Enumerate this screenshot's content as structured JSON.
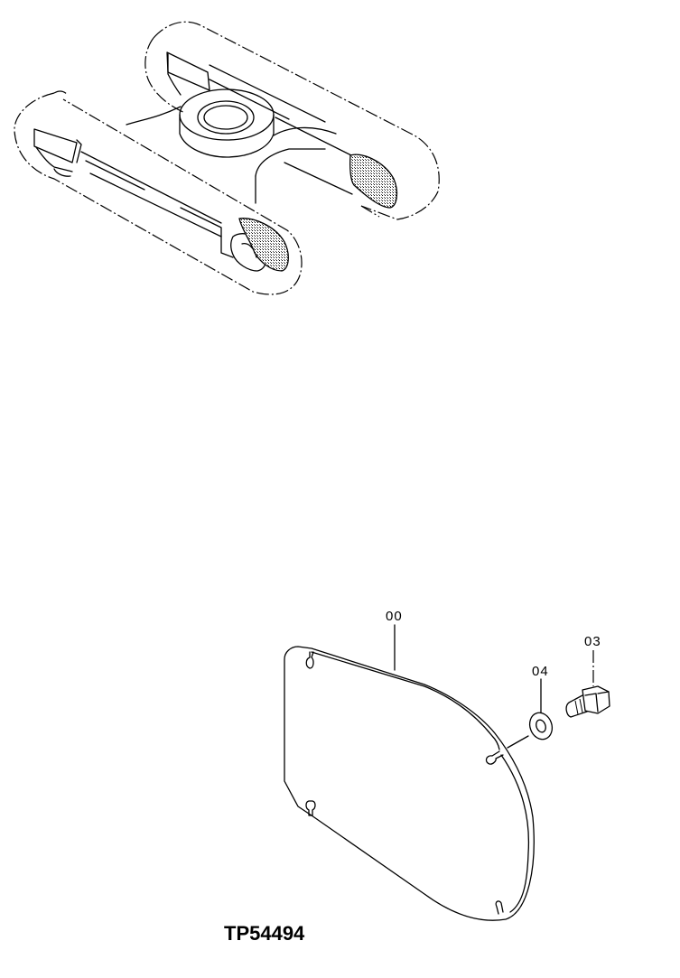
{
  "diagram": {
    "figure_id": "TP54494",
    "assembly_view": {
      "description": "Track frame / roller bracket assembly (isometric)"
    },
    "callouts": [
      {
        "id": "00",
        "label": "00",
        "part": "cover plate"
      },
      {
        "id": "04",
        "label": "04",
        "part": "washer"
      },
      {
        "id": "03",
        "label": "03",
        "part": "bolt"
      }
    ]
  }
}
